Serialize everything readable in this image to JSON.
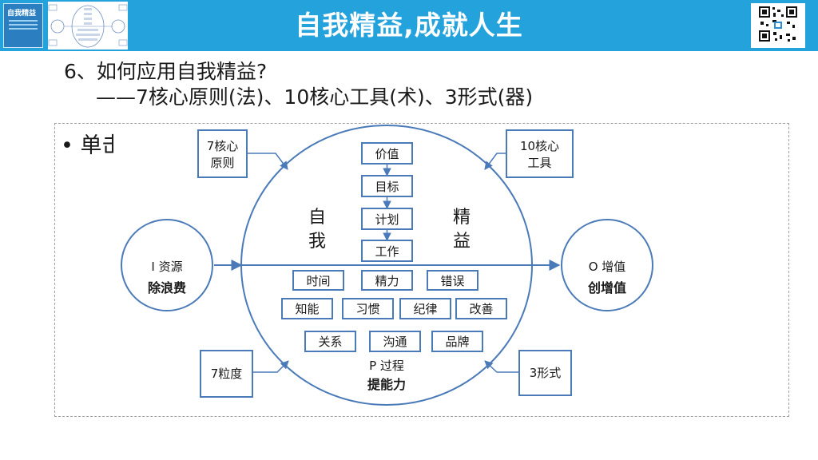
{
  "header": {
    "title": "自我精益,成就人生"
  },
  "book": {
    "title": "自我精益"
  },
  "heading": {
    "line1": "6、如何应用自我精益?",
    "line2": "——7核心原则(法)、10核心工具(术)、3形式(器)"
  },
  "bullet": {
    "text": "• 单击"
  },
  "diagram": {
    "center_left_line1": "自",
    "center_left_line2": "我",
    "center_right_line1": "精",
    "center_right_line2": "益",
    "flow_boxes": [
      "价值",
      "目标",
      "计划",
      "工作"
    ],
    "tool_row1": [
      "时间",
      "精力",
      "错误"
    ],
    "tool_row2": [
      "知能",
      "习惯",
      "纪律",
      "改善"
    ],
    "tool_row3": [
      "关系",
      "沟通",
      "品牌"
    ],
    "process_label": "P 过程",
    "process_sub": "提能力",
    "input_label": "I 资源",
    "input_sub": "除浪费",
    "output_label": "O 增值",
    "output_sub": "创增值",
    "principles_line1": "7核心",
    "principles_line2": "原则",
    "tools_line1": "10核心",
    "tools_line2": "工具",
    "granularity": "7粒度",
    "forms": "3形式"
  },
  "colors": {
    "header": "#24a2dc",
    "diagram_stroke": "#4a7ab8"
  }
}
